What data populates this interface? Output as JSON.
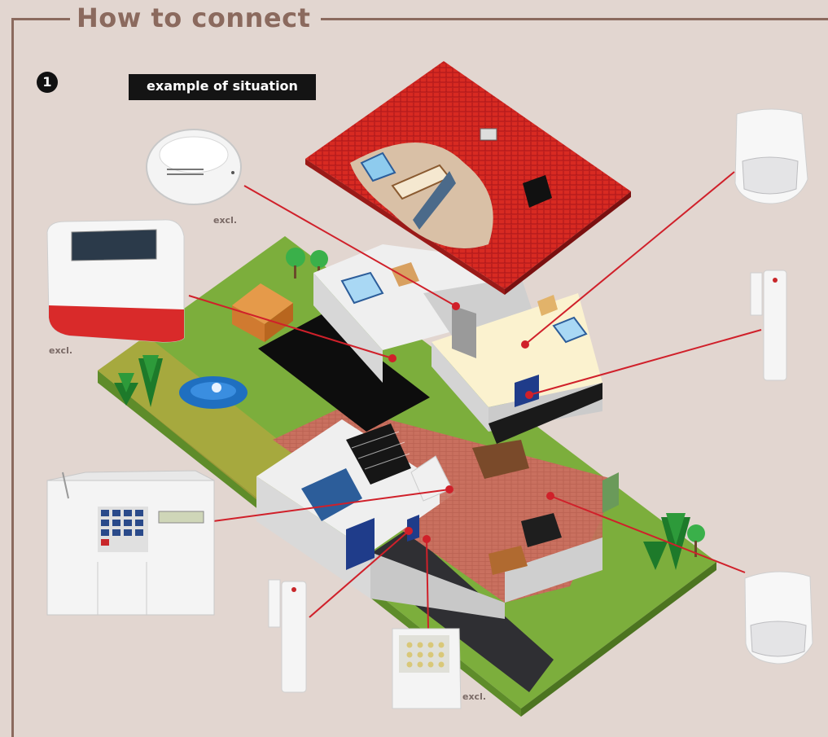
{
  "header": {
    "title": "How to connect"
  },
  "step": {
    "number": "1",
    "label": "example of situation"
  },
  "labels": {
    "excl": "excl."
  },
  "colors": {
    "frame": "#8b6a5e",
    "background": "#e2d6d0",
    "connector": "#d0202a",
    "roof": "#d82a22",
    "lawn": "#7cae3c"
  },
  "devices": [
    {
      "name": "smoke detector",
      "icon": "smoke-detector-icon",
      "excluded": true
    },
    {
      "name": "outdoor siren",
      "icon": "siren-icon",
      "excluded": true
    },
    {
      "name": "control panel",
      "icon": "control-panel-icon",
      "excluded": false
    },
    {
      "name": "door contact",
      "icon": "door-contact-icon",
      "excluded": false
    },
    {
      "name": "keypad",
      "icon": "keypad-icon",
      "excluded": true
    },
    {
      "name": "motion detector upper",
      "icon": "motion-detector-icon",
      "excluded": false
    },
    {
      "name": "window contact",
      "icon": "window-contact-icon",
      "excluded": false
    },
    {
      "name": "motion detector lower",
      "icon": "motion-detector-icon",
      "excluded": false
    }
  ]
}
